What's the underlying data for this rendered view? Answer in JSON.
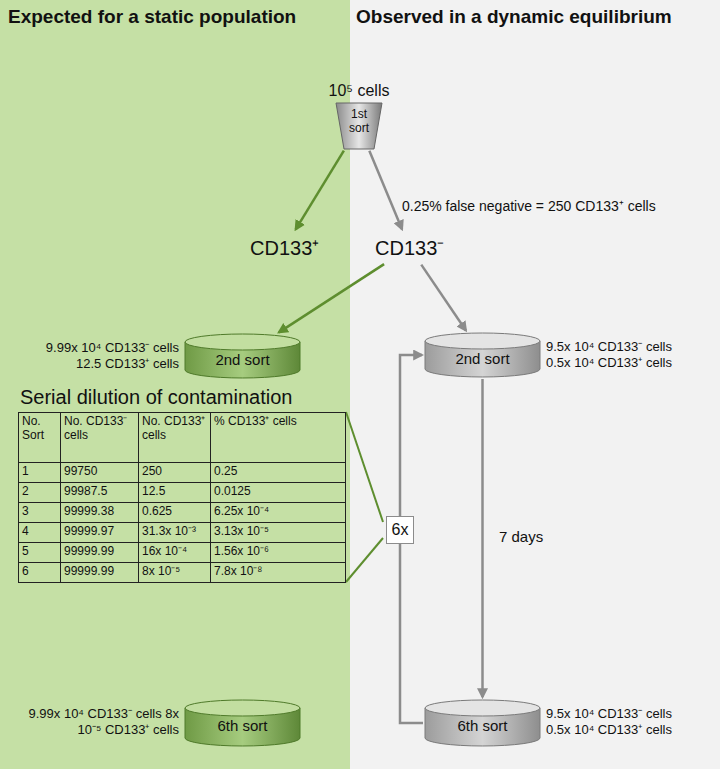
{
  "diagram": {
    "nodes": [
      {
        "text": [
          "10⁵ cells",
          "1st sort"
        ]
      },
      {
        "text": [
          "CD133⁺"
        ]
      },
      {
        "text": [
          "CD133⁻"
        ]
      },
      {
        "text": [
          "2nd sort",
          "9.99x 10⁴ CD133⁻ cells 12.5 CD133⁺ cells"
        ]
      },
      {
        "text": [
          "2nd sort",
          "9.5x 10⁴ CD133⁻ cells 0.5x 10⁴ CD133⁺ cells"
        ]
      },
      {
        "text": [
          "6th sort",
          "9.99x 10⁴ CD133⁻ cells 8x 10⁻⁵ CD133⁺ cells"
        ]
      },
      {
        "text": [
          "6th sort",
          "9.5x 10⁴ CD133⁻ cells 0.5x 10⁴ CD133⁺ cells"
        ]
      }
    ],
    "edges": [
      {
        "from": 0,
        "to": 1,
        "arrow": "to"
      },
      {
        "from": 0,
        "to": 2,
        "arrow": "to",
        "label": "0.25% false negative = 250 CD133⁺ cells"
      },
      {
        "from": 2,
        "to": 3,
        "arrow": "to"
      },
      {
        "from": 2,
        "to": 4,
        "arrow": "to"
      },
      {
        "from": 4,
        "to": 6,
        "arrow": "to",
        "label": "7 days"
      },
      {
        "from": 6,
        "to": 4,
        "arrow": "to",
        "label": "6x"
      }
    ],
    "labels": [
      "Expected for a static population",
      "Observed in a dynamic equilibrium",
      "Serial dilution of contamination",
      "No. Sort",
      "No. CD133⁻ cells",
      "No. CD133⁺ cells",
      "% CD133⁺ cells",
      "1",
      "99750",
      "250",
      "0.25",
      "2",
      "99987.5",
      "12.5",
      "0.0125",
      "3",
      "99999.38",
      "0.625",
      "6.25x 10⁻⁴",
      "4",
      "99999.97",
      "31.3x 10⁻³",
      "3.13x 10⁻⁵",
      "5",
      "99999.99",
      "16x 10⁻⁴",
      "1.56x 10⁻⁶",
      "6",
      "99999.99",
      "8x 10⁻⁵",
      "7.8x 10⁻⁸"
    ]
  }
}
